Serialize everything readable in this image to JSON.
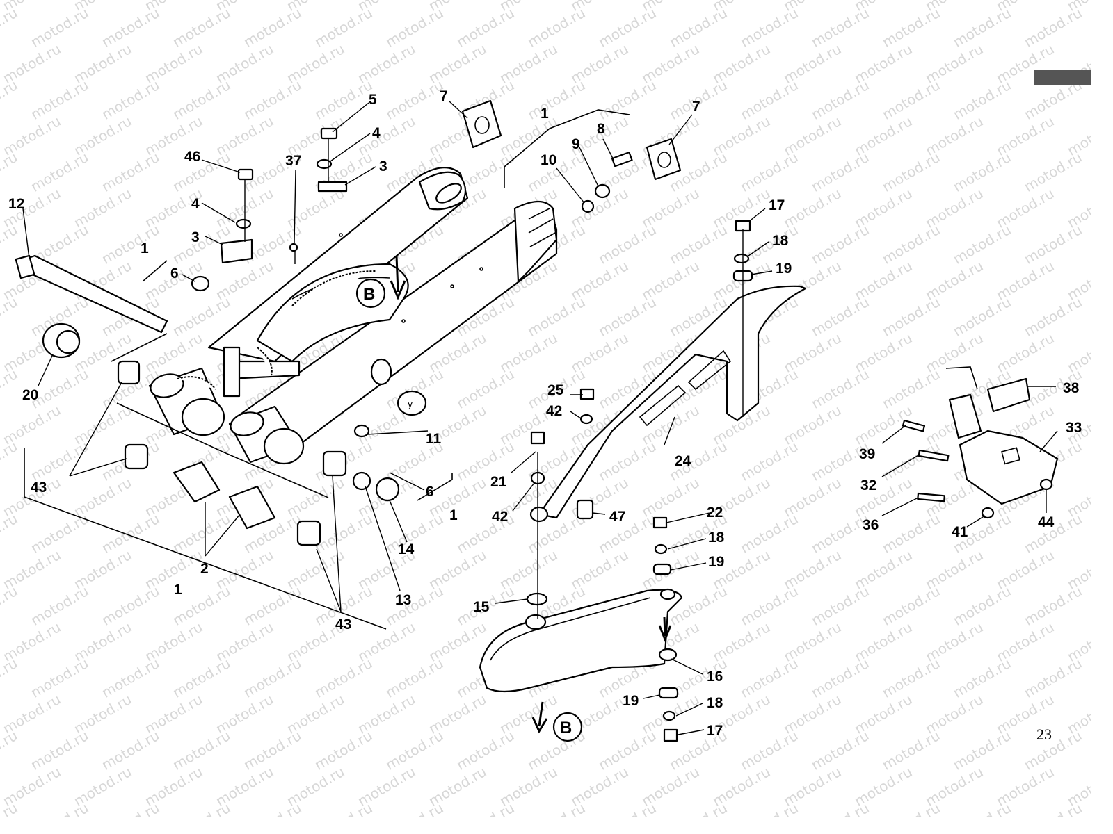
{
  "watermark": "motod.ru",
  "page_number": "23",
  "view_marker": "B",
  "colors": {
    "line": "#000000",
    "watermark": "#d7d7d7",
    "tab": "#555555"
  },
  "callouts": {
    "c1a": "1",
    "c1b": "1",
    "c1c": "1",
    "c1d": "1",
    "c2": "2",
    "c3a": "3",
    "c3b": "3",
    "c4a": "4",
    "c4b": "4",
    "c5": "5",
    "c6a": "6",
    "c6b": "6",
    "c7a": "7",
    "c7b": "7",
    "c8": "8",
    "c9": "9",
    "c10": "10",
    "c11": "11",
    "c12": "12",
    "c13": "13",
    "c14": "14",
    "c15": "15",
    "c16": "16",
    "c17a": "17",
    "c17b": "17",
    "c18a": "18",
    "c18b": "18",
    "c18c": "18",
    "c19a": "19",
    "c19b": "19",
    "c19c": "19",
    "c20": "20",
    "c21": "21",
    "c22": "22",
    "c24": "24",
    "c25": "25",
    "c32": "32",
    "c33": "33",
    "c36": "36",
    "c37": "37",
    "c38": "38",
    "c39": "39",
    "c41": "41",
    "c42a": "42",
    "c42b": "42",
    "c43a": "43",
    "c43b": "43",
    "c44": "44",
    "c46": "46",
    "c47": "47"
  }
}
